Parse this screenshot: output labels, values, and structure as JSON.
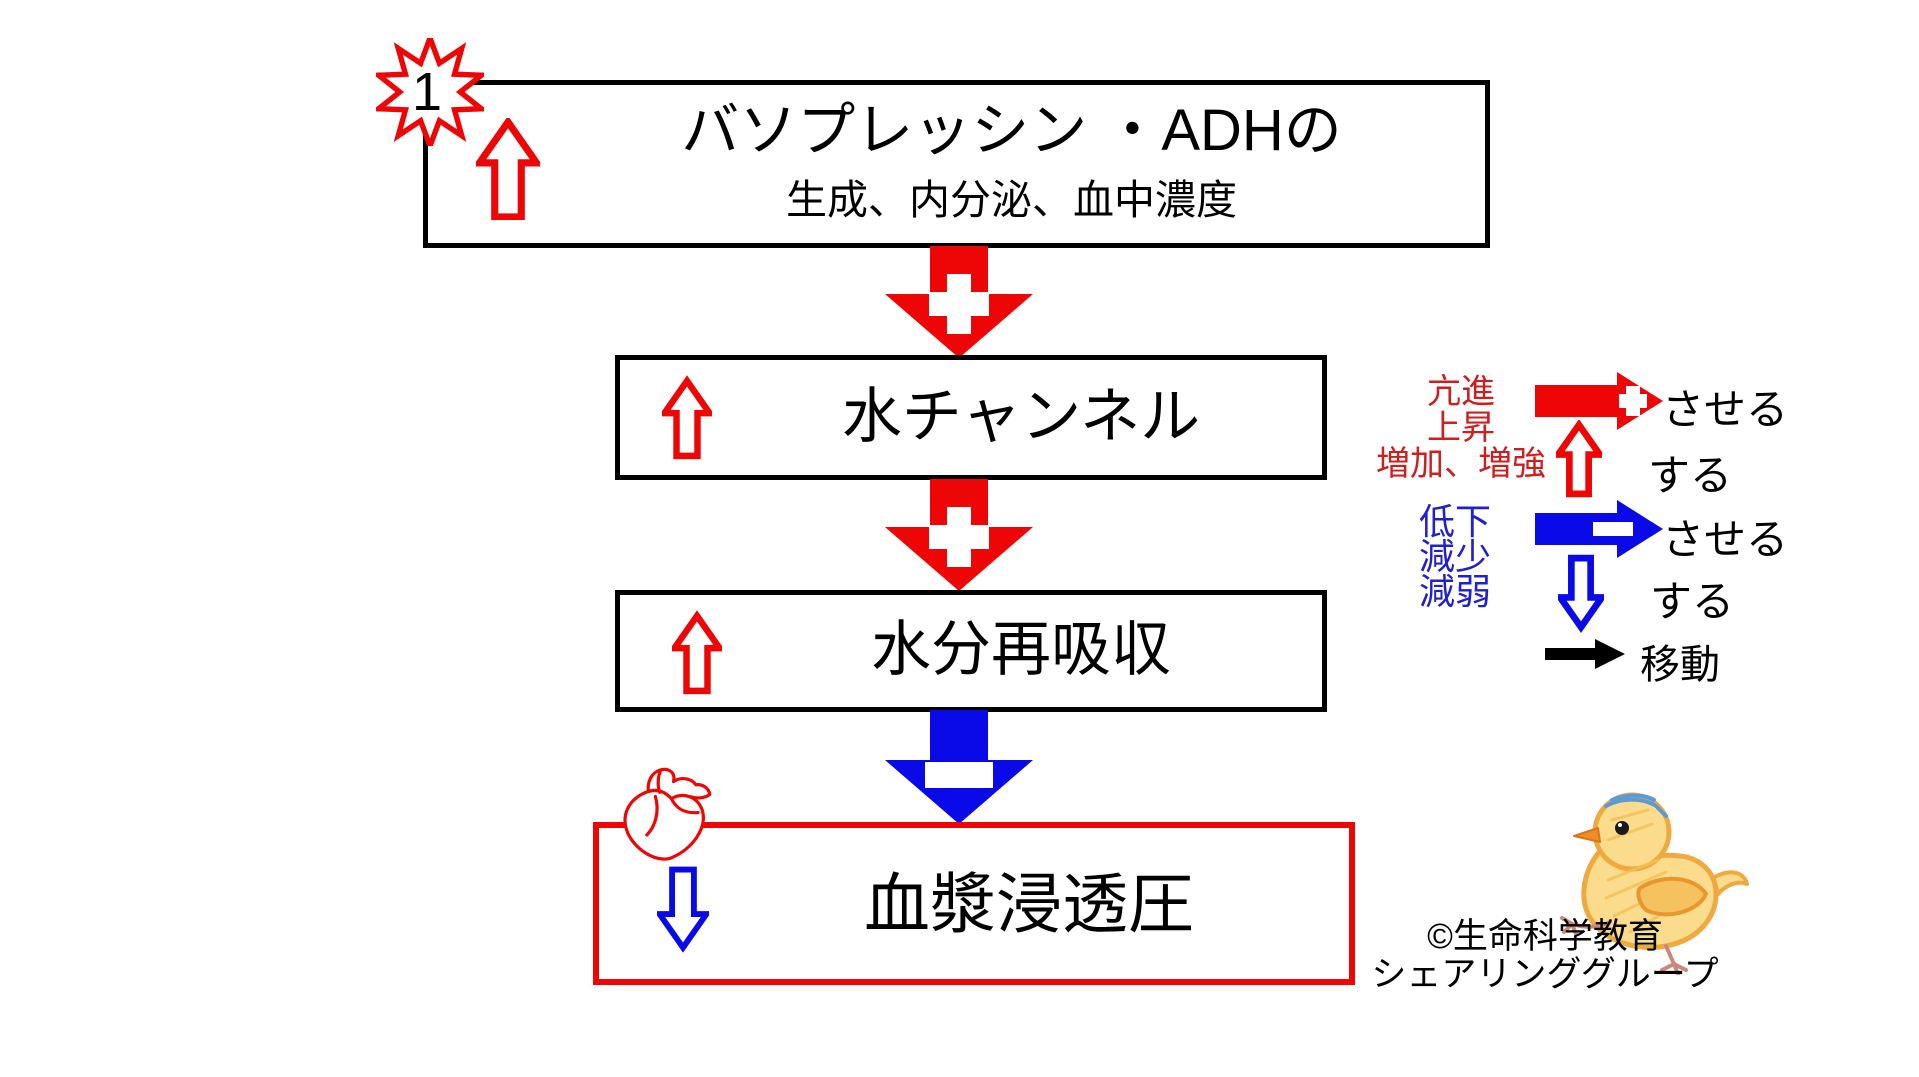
{
  "flow": {
    "step_marker": "1",
    "boxes": [
      {
        "title": "バソプレッシン ・ADHの",
        "subtitle": "生成、内分泌、血中濃度",
        "arrow": "up-red-outline"
      },
      {
        "title": "水チャンネル",
        "arrow": "up-red-outline"
      },
      {
        "title": "水分再吸収",
        "arrow": "up-red-outline"
      },
      {
        "title": "血漿浸透圧",
        "arrow": "down-blue-outline"
      }
    ],
    "connectors": [
      {
        "type": "down-arrow-plus",
        "color": "#ee0606",
        "sign": "+"
      },
      {
        "type": "down-arrow-plus",
        "color": "#ee0606",
        "sign": "+"
      },
      {
        "type": "down-arrow-minus",
        "color": "#0a0ae8",
        "sign": "-"
      }
    ]
  },
  "legend": {
    "increase_terms": [
      "亢進",
      "上昇",
      "増加、増強"
    ],
    "increase_cause_label": "させる",
    "increase_self_label": "する",
    "decrease_terms": [
      "低下",
      "減少",
      "減弱"
    ],
    "decrease_cause_label": "させる",
    "decrease_self_label": "する",
    "move_label": "移動"
  },
  "credit": {
    "line1": "©生命科学教育",
    "line2": "シェアリンググループ"
  },
  "icons": [
    "starburst-icon",
    "up-arrow-icon",
    "down-arrow-icon",
    "plus-arrow-icon",
    "minus-arrow-icon",
    "move-arrow-icon",
    "heart-icon",
    "chick-icon"
  ],
  "colors": {
    "red": "#ee0606",
    "blue": "#0a0ae8",
    "legend_red_text": "#cc1f1f",
    "legend_blue_text": "#2020cc",
    "black": "#000000"
  }
}
